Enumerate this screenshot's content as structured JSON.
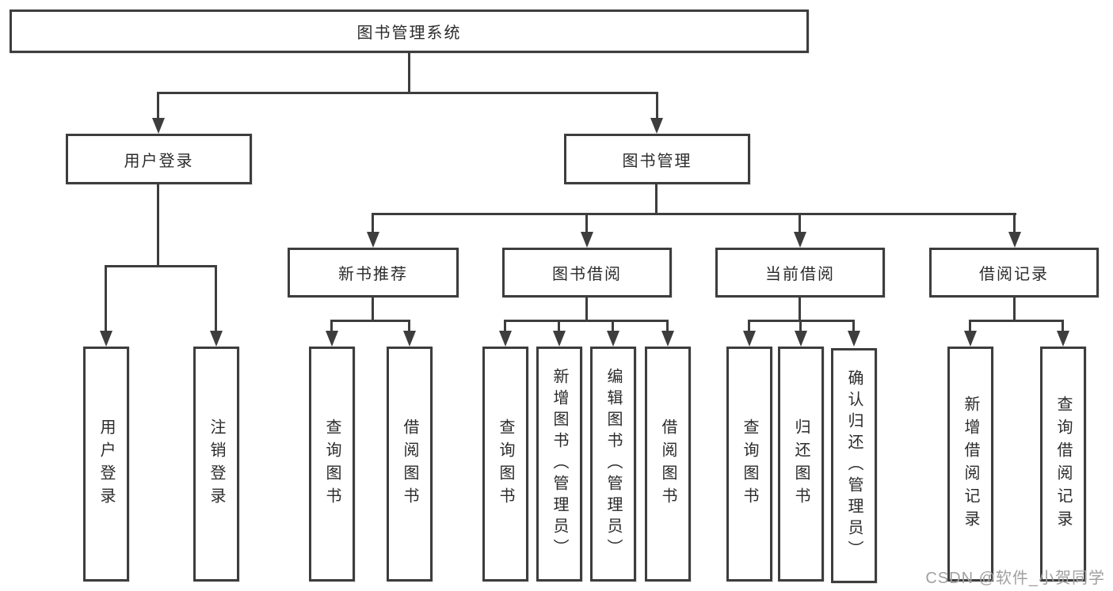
{
  "diagram": {
    "root": {
      "label": "图书管理系统"
    },
    "branches": [
      {
        "label": "用户登录",
        "children": [
          {
            "label": "用户登录"
          },
          {
            "label": "注销登录"
          }
        ]
      },
      {
        "label": "图书管理",
        "sections": [
          {
            "label": "新书推荐",
            "children": [
              {
                "label": "查询图书"
              },
              {
                "label": "借阅图书"
              }
            ]
          },
          {
            "label": "图书借阅",
            "children": [
              {
                "label": "查询图书"
              },
              {
                "label": "新增图书（管理员）"
              },
              {
                "label": "编辑图书（管理员）"
              },
              {
                "label": "借阅图书"
              }
            ]
          },
          {
            "label": "当前借阅",
            "children": [
              {
                "label": "查询图书"
              },
              {
                "label": "归还图书"
              },
              {
                "label": "确认归还（管理员）"
              }
            ]
          },
          {
            "label": "借阅记录",
            "children": [
              {
                "label": "新增借阅记录"
              },
              {
                "label": "查询借阅记录"
              }
            ]
          }
        ]
      }
    ]
  },
  "watermark": {
    "text": "CSDN @软件_小贺同学"
  },
  "colors": {
    "line": "#3d3d3d",
    "text": "#2b2b2b",
    "watermark": "#a0a0a0",
    "background": "#ffffff"
  }
}
